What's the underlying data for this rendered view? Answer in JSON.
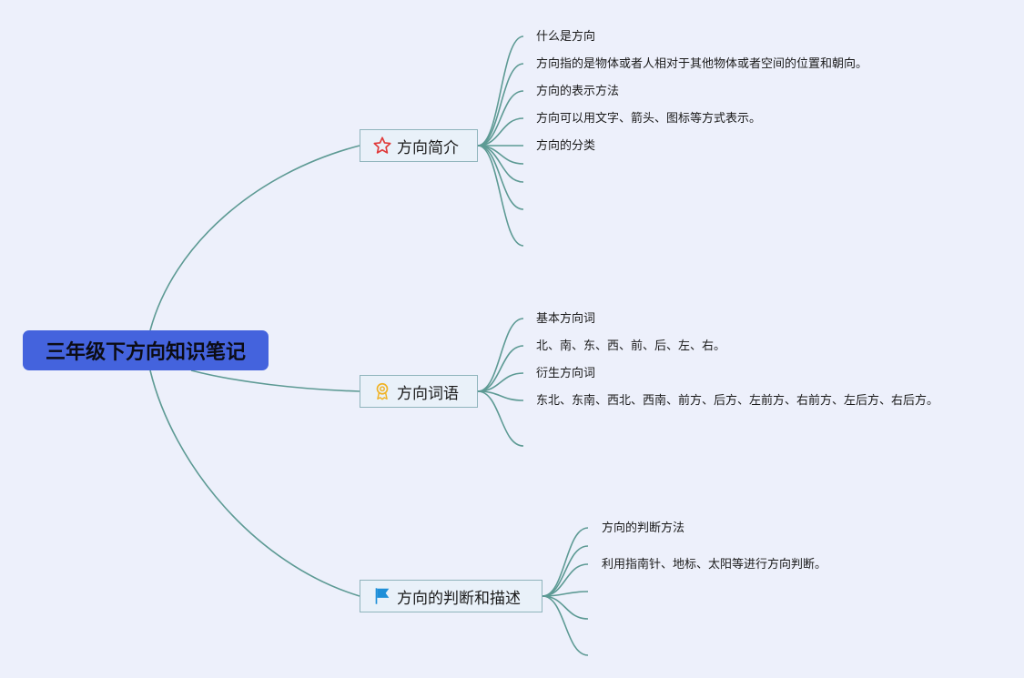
{
  "root": {
    "title": "三年级下方向知识笔记"
  },
  "branches": [
    {
      "label": "方向简介",
      "icon": "star-icon",
      "leaves": [
        "什么是方向",
        "方向指的是物体或者人相对于其他物体或者空间的位置和朝向。",
        "方向的表示方法",
        "方向可以用文字、箭头、图标等方式表示。",
        "方向的分类"
      ]
    },
    {
      "label": "方向词语",
      "icon": "award-ribbon-icon",
      "leaves": [
        "基本方向词",
        "北、南、东、西、前、后、左、右。",
        "衍生方向词",
        "东北、东南、西北、西南、前方、后方、左前方、右前方、左后方、右后方。"
      ]
    },
    {
      "label": "方向的判断和描述",
      "icon": "flag-icon",
      "leaves": [
        "方向的判断方法",
        "利用指南针、地标、太阳等进行方向判断。"
      ]
    }
  ],
  "colors": {
    "background": "#edf0fb",
    "root_fill": "#4463dd",
    "branch_fill": "#e9f1f9",
    "branch_border": "#8fb4bc",
    "connector": "#5d9a94",
    "star": "#e03a3a",
    "award": "#f0b326",
    "flag": "#1e8fd8"
  }
}
